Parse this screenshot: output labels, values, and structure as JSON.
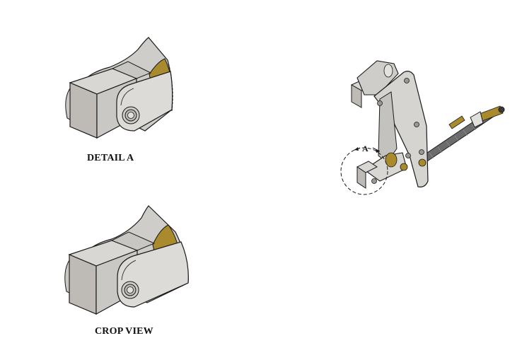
{
  "sheet": {
    "background": "#ffffff",
    "views": [
      {
        "id": "detail-a",
        "label": "DETAIL A"
      },
      {
        "id": "crop-view",
        "label": "CROP VIEW"
      },
      {
        "id": "main-iso",
        "callout_letter": "A"
      }
    ]
  },
  "colors": {
    "steel_light": "#d9d7d4",
    "steel_mid": "#bdbab6",
    "steel_dark": "#8f8c88",
    "brass": "#a98a2c",
    "brass_dark": "#6e5818",
    "outline": "#1a1a1a",
    "thread": "#6c6c6c"
  }
}
